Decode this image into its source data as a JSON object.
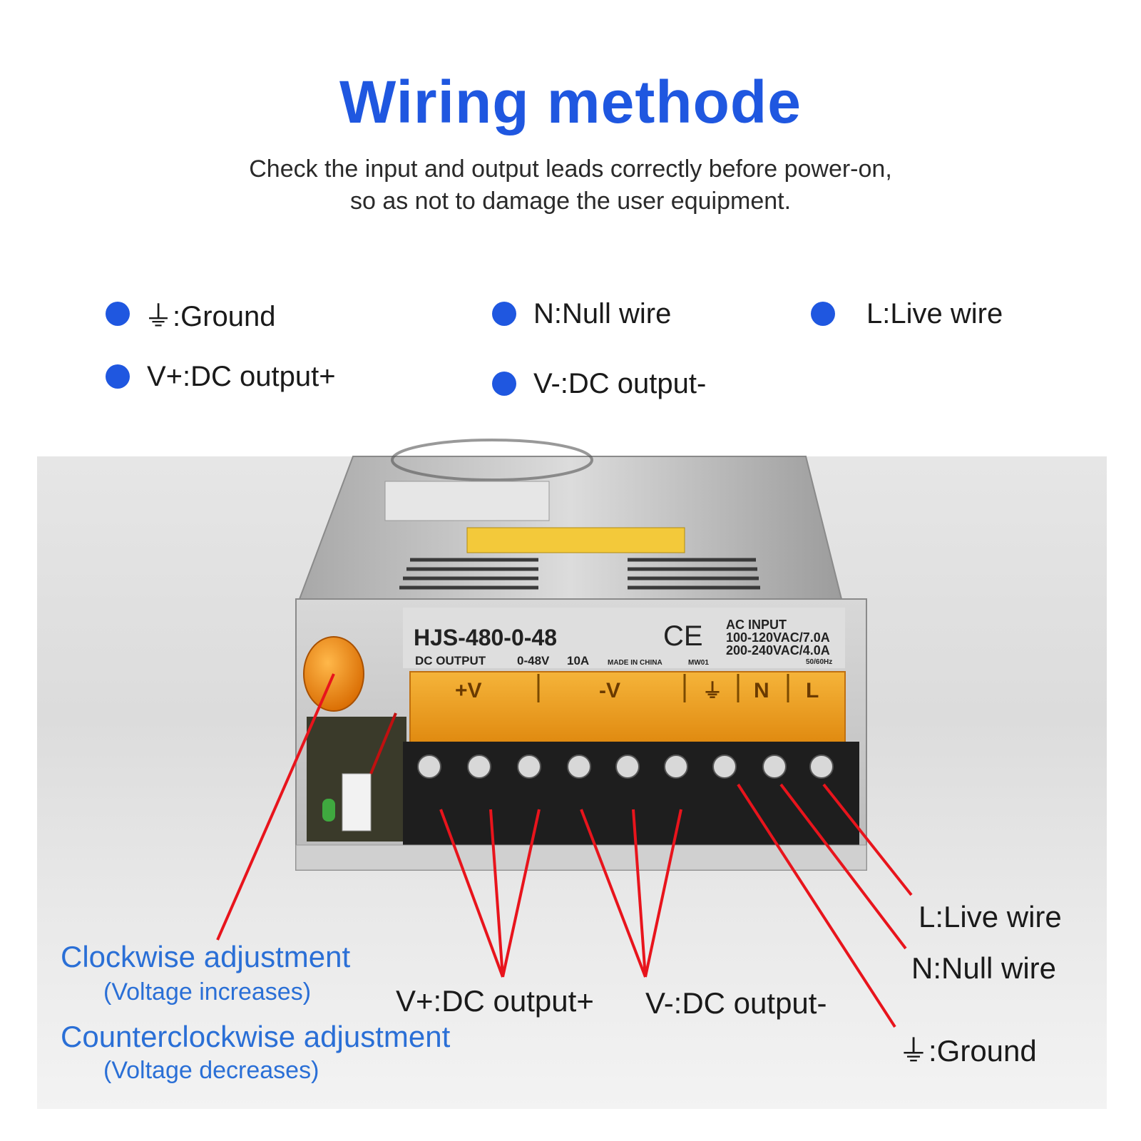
{
  "header": {
    "title": "Wiring methode",
    "subtitle_line1": "Check the input and output leads correctly before power-on,",
    "subtitle_line2": "so as not to damage the user equipment."
  },
  "legend": {
    "items": [
      {
        "label": "⏚:Ground"
      },
      {
        "label": "N:Null wire"
      },
      {
        "label": "L:Live wire"
      },
      {
        "label": "V+:DC output+"
      },
      {
        "label": "V-:DC output-"
      }
    ]
  },
  "device": {
    "model": "HJS-480-0-48",
    "ce_mark": "CE",
    "ac_input": [
      "AC INPUT",
      "100-120VAC/7.0A",
      "200-240VAC/4.0A",
      "50/60Hz"
    ],
    "dc_output": "DC OUTPUT",
    "dc_range": "0-48V",
    "dc_current": "10A",
    "made_in": "MADE IN CHINA",
    "code": "MW01",
    "terminal_labels": [
      "+V",
      "-V",
      "⏚",
      "N",
      "L"
    ]
  },
  "callouts": {
    "clockwise": "Clockwise adjustment",
    "clockwise_note": "(Voltage increases)",
    "counterclockwise": "Counterclockwise adjustment",
    "counterclockwise_note": "(Voltage decreases)",
    "vplus": "V+:DC output+",
    "vminus": "V-:DC output-",
    "live": "L:Live wire",
    "null": "N:Null wire",
    "ground": "⏚:Ground"
  },
  "colors": {
    "title_blue": "#1f57e0",
    "callout_blue": "#2a6fd6",
    "pointer_red": "#e8141c",
    "terminal_cover": "#f0a020",
    "knob": "#f08a10"
  }
}
